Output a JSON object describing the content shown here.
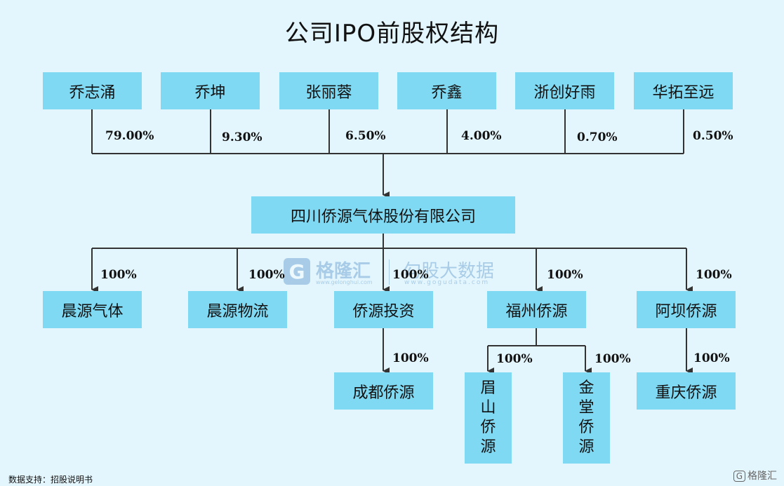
{
  "title": "公司IPO前股权结构",
  "shareholders": [
    {
      "name": "乔志涌",
      "pct": "79.00%"
    },
    {
      "name": "乔坤",
      "pct": "9.30%"
    },
    {
      "name": "张丽蓉",
      "pct": "6.50%"
    },
    {
      "name": "乔鑫",
      "pct": "4.00%"
    },
    {
      "name": "浙创好雨",
      "pct": "0.70%"
    },
    {
      "name": "华拓至远",
      "pct": "0.50%"
    }
  ],
  "company": "四川侨源气体股份有限公司",
  "subsidiaries": [
    {
      "name": "晨源气体",
      "pct": "100%"
    },
    {
      "name": "晨源物流",
      "pct": "100%"
    },
    {
      "name": "侨源投资",
      "pct": "100%"
    },
    {
      "name": "福州侨源",
      "pct": "100%"
    },
    {
      "name": "阿坝侨源",
      "pct": "100%"
    }
  ],
  "sub_subsidiaries": [
    {
      "name": "成都侨源",
      "pct": "100%"
    },
    {
      "name_chars": [
        "眉",
        "山",
        "侨",
        "源"
      ],
      "pct": "100%"
    },
    {
      "name_chars": [
        "金",
        "堂",
        "侨",
        "源"
      ],
      "pct": "100%"
    },
    {
      "name": "重庆侨源",
      "pct": "100%"
    }
  ],
  "watermark": {
    "logo_letter": "G",
    "brand1": "格隆汇",
    "url1": "www.gelonghui.com",
    "brand2": "勾股大数据",
    "url2": "www.gogudata.com"
  },
  "source": "数据支持：招股说明书",
  "corner_brand": "格隆汇",
  "corner_icon": "G",
  "colors": {
    "box": "#7fd9f3",
    "background": "#e4f6fd",
    "line": "#333333"
  }
}
